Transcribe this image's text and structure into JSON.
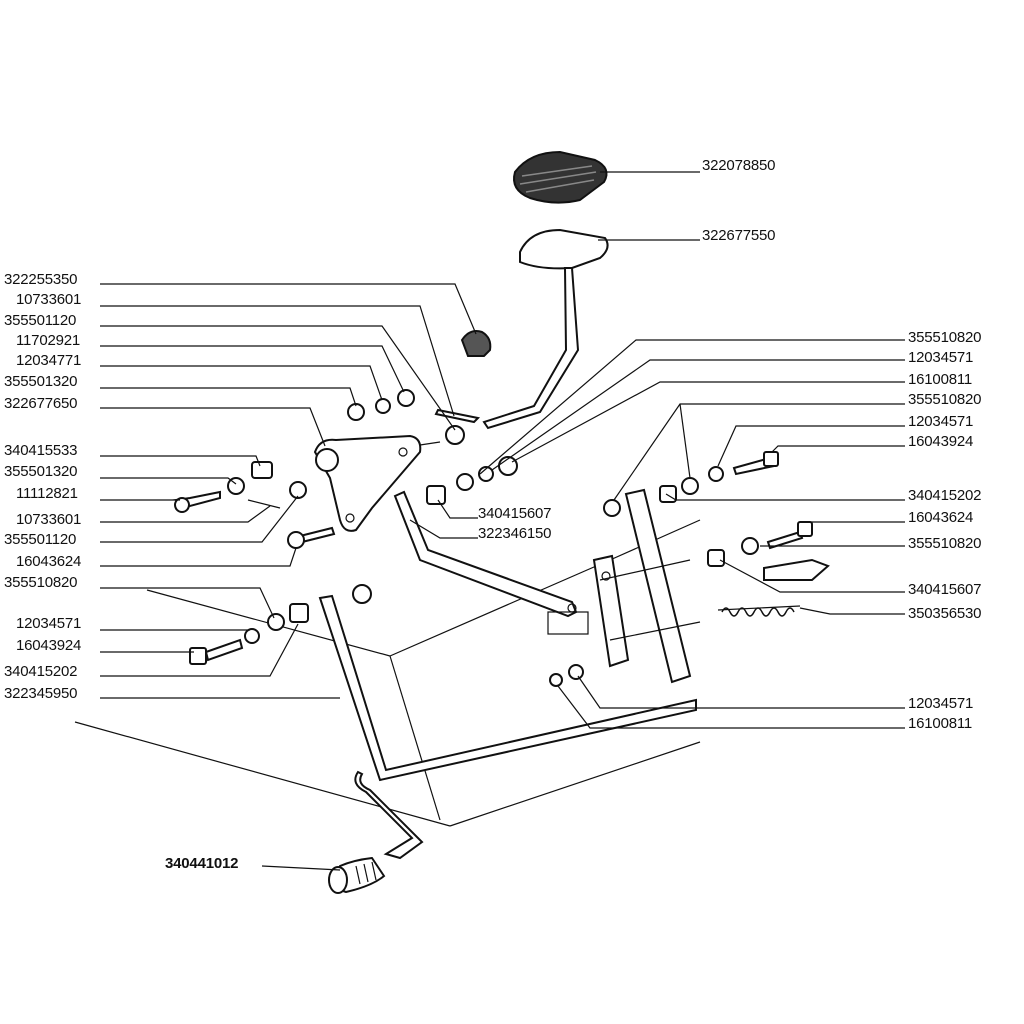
{
  "diagram": {
    "callouts": [
      {
        "id": "c1",
        "text": "322078850"
      },
      {
        "id": "c2",
        "text": "322677550"
      },
      {
        "id": "c3",
        "text": "322255350"
      },
      {
        "id": "c4",
        "text": "10733601"
      },
      {
        "id": "c5",
        "text": "355501120"
      },
      {
        "id": "c6",
        "text": "11702921"
      },
      {
        "id": "c7",
        "text": "12034771"
      },
      {
        "id": "c8",
        "text": "355501320"
      },
      {
        "id": "c9",
        "text": "322677650"
      },
      {
        "id": "c10",
        "text": "340415533"
      },
      {
        "id": "c11",
        "text": "355501320"
      },
      {
        "id": "c12",
        "text": "11112821"
      },
      {
        "id": "c13",
        "text": "10733601"
      },
      {
        "id": "c14",
        "text": "355501120"
      },
      {
        "id": "c15",
        "text": "16043624"
      },
      {
        "id": "c16",
        "text": "355510820"
      },
      {
        "id": "c17",
        "text": "12034571"
      },
      {
        "id": "c18",
        "text": "16043924"
      },
      {
        "id": "c19",
        "text": "340415202"
      },
      {
        "id": "c20",
        "text": "322345950"
      },
      {
        "id": "c21",
        "text": "340441012"
      },
      {
        "id": "c22",
        "text": "355510820"
      },
      {
        "id": "c23",
        "text": "12034571"
      },
      {
        "id": "c24",
        "text": "16100811"
      },
      {
        "id": "c25",
        "text": "355510820"
      },
      {
        "id": "c26",
        "text": "12034571"
      },
      {
        "id": "c27",
        "text": "16043924"
      },
      {
        "id": "c28",
        "text": "340415202"
      },
      {
        "id": "c29",
        "text": "16043624"
      },
      {
        "id": "c30",
        "text": "355510820"
      },
      {
        "id": "c31",
        "text": "340415607"
      },
      {
        "id": "c32",
        "text": "350356530"
      },
      {
        "id": "c33",
        "text": "12034571"
      },
      {
        "id": "c34",
        "text": "16100811"
      },
      {
        "id": "c35",
        "text": "340415607"
      },
      {
        "id": "c36",
        "text": "322346150"
      }
    ]
  }
}
